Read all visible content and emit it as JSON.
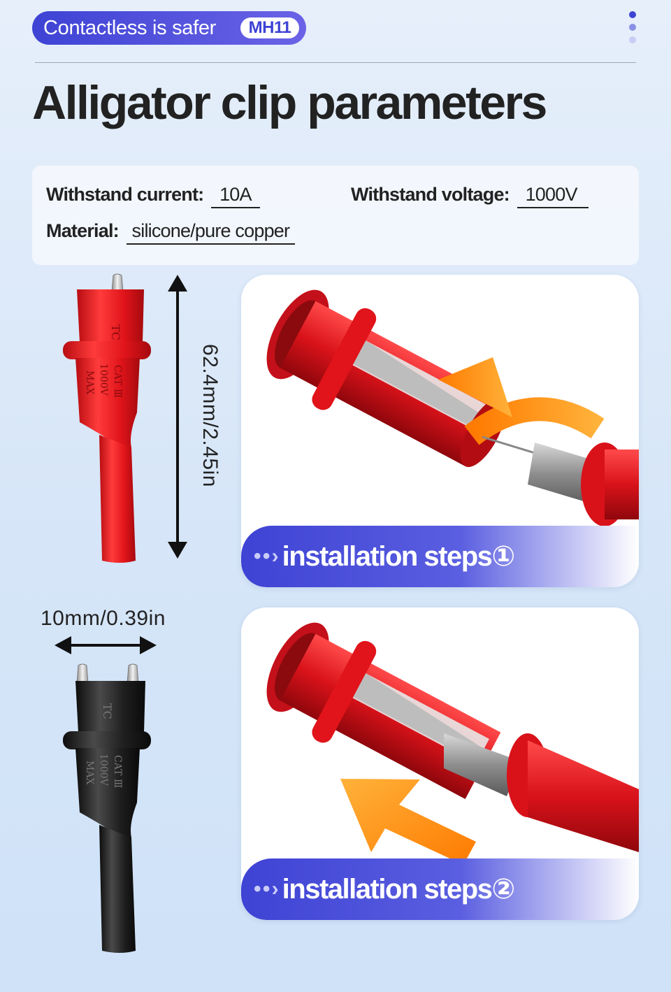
{
  "header": {
    "tagline": "Contactless is safer",
    "model_badge": "MH11",
    "dots_colors": [
      "#3e43d4",
      "#8a8fe6",
      "#c9ccf2"
    ]
  },
  "title": "Alligator clip parameters",
  "parameters": {
    "current_label": "Withstand current:",
    "current_value": "10A",
    "voltage_label": "Withstand voltage:",
    "voltage_value": "1000V",
    "material_label": "Material:",
    "material_value": "silicone/pure copper"
  },
  "clip_markings": {
    "brand": "TC",
    "max": "MAX",
    "voltage": "1000V",
    "category": "CAT Ⅲ"
  },
  "dimensions": {
    "length": "62.4mm/2.45in",
    "width": "10mm/0.39in"
  },
  "steps": [
    {
      "arrows": "• • ›",
      "label": "installation steps①"
    },
    {
      "arrows": "• • ›",
      "label": "installation steps②"
    }
  ],
  "colors": {
    "accent": "#3e43d4",
    "clip_red": "#e3141b",
    "clip_black": "#1c1c1c",
    "arrow_orange": "#f7941d"
  }
}
